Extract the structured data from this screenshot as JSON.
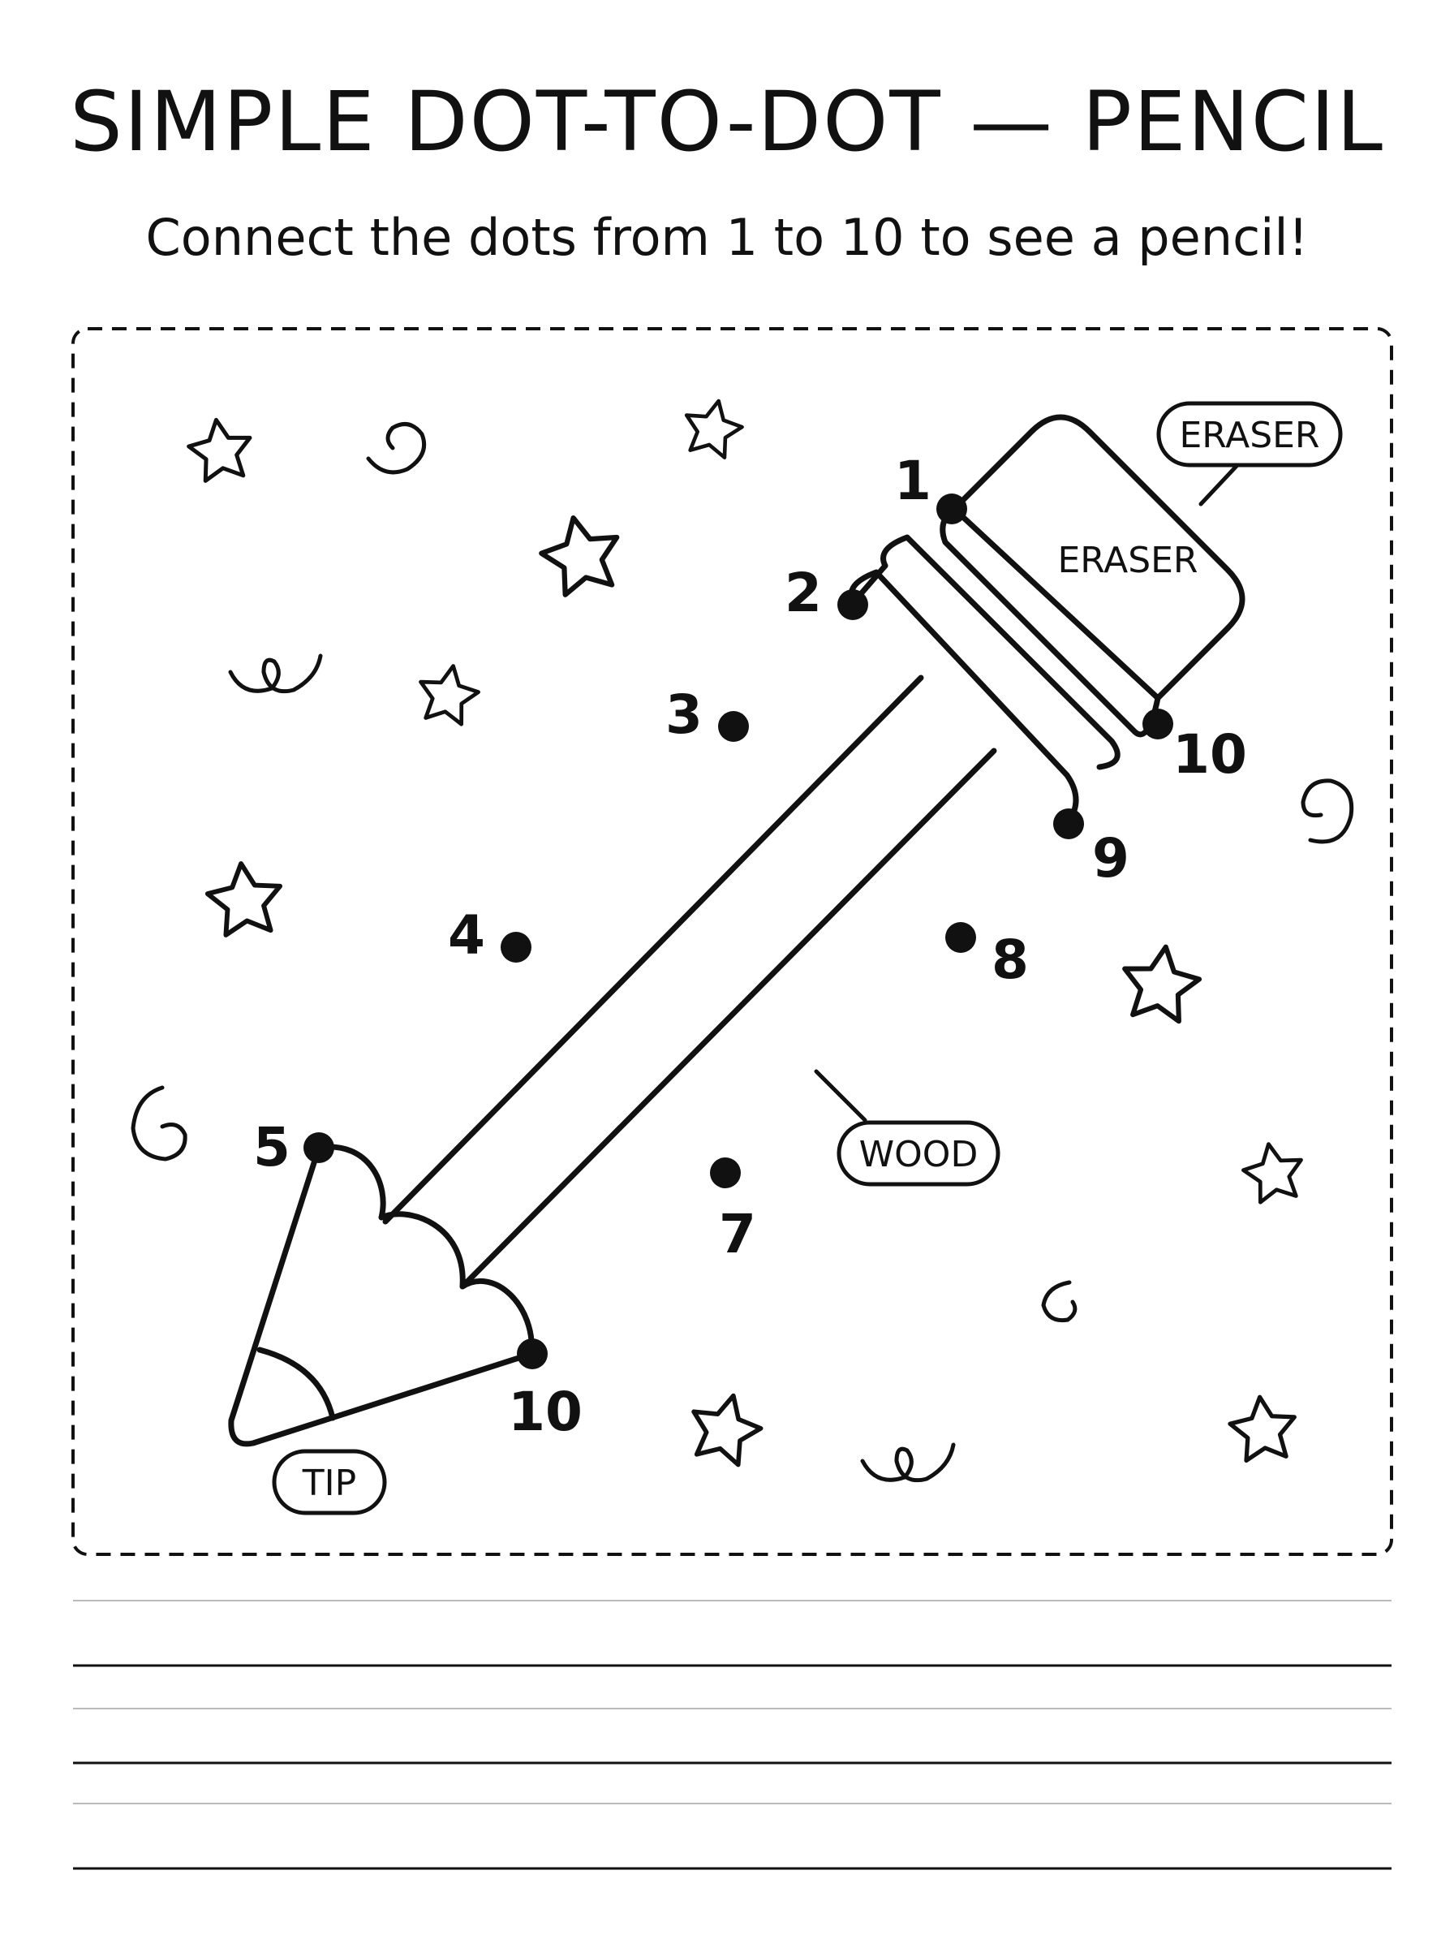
{
  "worksheet": {
    "title": "SIMPLE DOT-TO-DOT — PENCIL",
    "instruction": "Connect the dots from 1 to 10 to see a pencil!"
  },
  "dots": [
    {
      "label": "1"
    },
    {
      "label": "2"
    },
    {
      "label": "3"
    },
    {
      "label": "4"
    },
    {
      "label": "5"
    },
    {
      "label": "10"
    },
    {
      "label": "7"
    },
    {
      "label": "8"
    },
    {
      "label": "9"
    },
    {
      "label": "10"
    }
  ],
  "labels": {
    "eraser_tag": "ERASER",
    "eraser_inner": "ERASER",
    "wood_tag": "WOOD",
    "tip_tag": "TIP"
  },
  "icons": [
    "star-icon",
    "spiral-icon",
    "squiggle-icon"
  ],
  "colors": {
    "ink": "#111111",
    "rule": "#bbbbbb"
  }
}
